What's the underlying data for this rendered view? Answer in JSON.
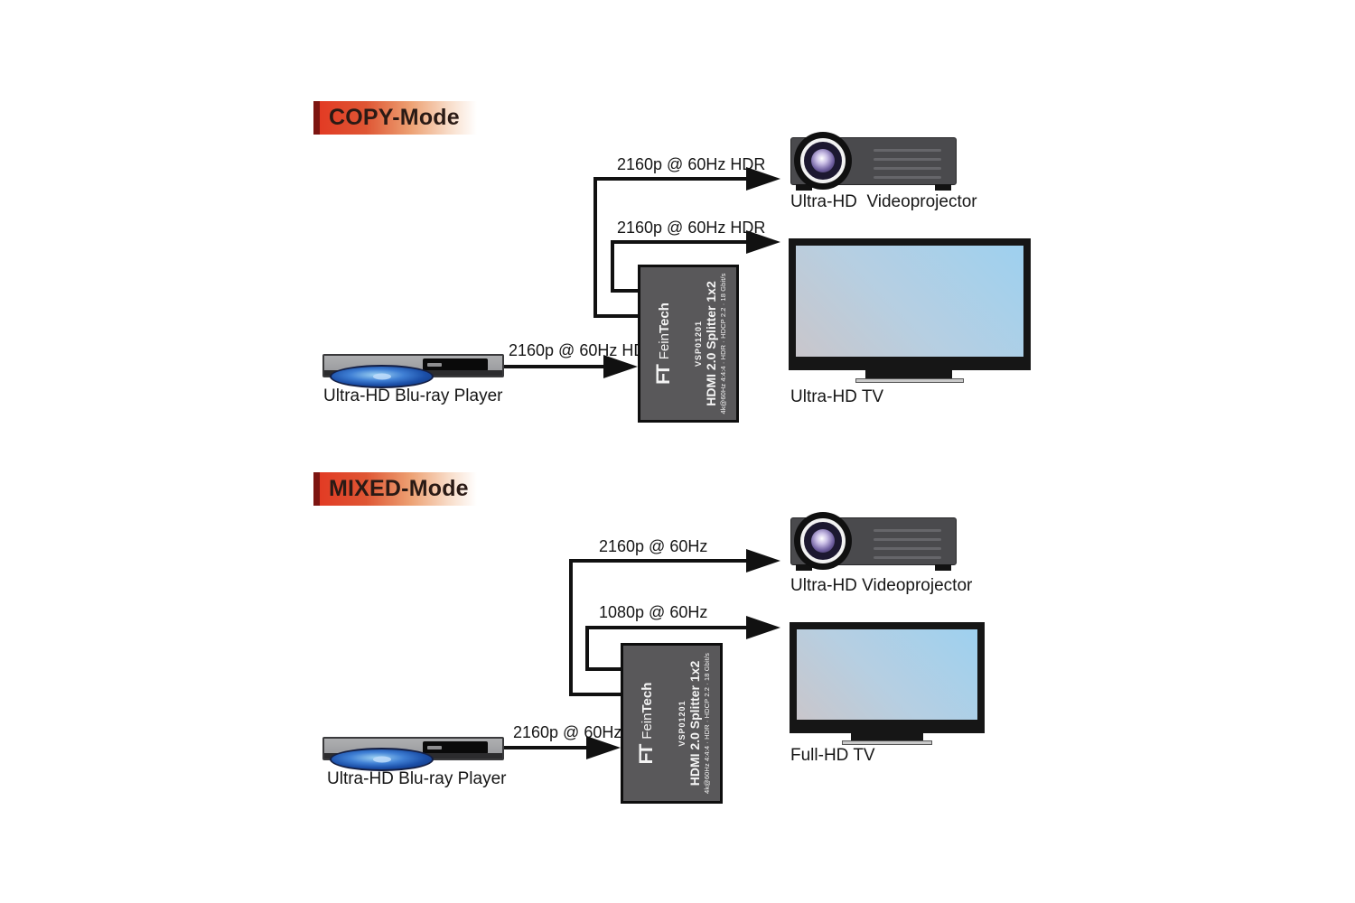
{
  "colors": {
    "mode_gradient_red": "#e23b24",
    "mode_edge_dark_red": "#7d1511",
    "splitter_gray": "#59585a",
    "tv_screen_blue": "#9ed0ef",
    "line_black": "#111111",
    "disc_blue": "#3f7fd4"
  },
  "splitter": {
    "logo_glyph": "FT",
    "brand_light": "Fein",
    "brand_bold": "Tech",
    "model": "VSP01201",
    "product": "HDMI 2.0 Splitter 1x2",
    "specs": "4k@60Hz 4:4:4 · HDR · HDCP 2.2 · 18 Gbit/s"
  },
  "sections": {
    "copy": {
      "mode_label": "COPY-Mode",
      "input_label": "2160p @ 60Hz HDR",
      "output_projector_label": "2160p @ 60Hz HDR",
      "output_tv_label": "2160p @ 60Hz HDR",
      "source_label": "Ultra-HD Blu-ray Player",
      "projector_label": "Ultra-HD  Videoprojector",
      "tv_label": "Ultra-HD TV"
    },
    "mixed": {
      "mode_label": "MIXED-Mode",
      "input_label": "2160p @ 60Hz",
      "output_projector_label": "2160p @ 60Hz",
      "output_tv_label": "1080p @ 60Hz",
      "source_label": "Ultra-HD Blu-ray Player",
      "projector_label": "Ultra-HD Videoprojector",
      "tv_label": "Full-HD TV"
    }
  }
}
